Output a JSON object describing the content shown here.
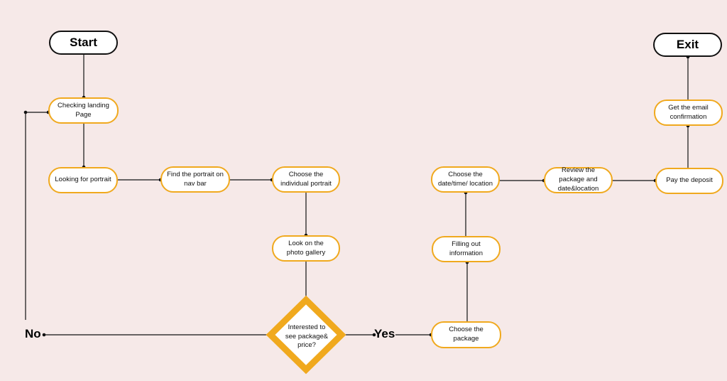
{
  "diagram": {
    "colors": {
      "background": "#f6e9e8",
      "node_border": "#f0a91e",
      "line": "#111111"
    },
    "terminals": {
      "start": "Start",
      "exit": "Exit"
    },
    "nodes": {
      "checking_landing": "Checking landing Page",
      "looking_portrait": "Looking for portrait",
      "find_portrait": "Find the portrait on nav bar",
      "choose_individual": "Choose the individual portrait",
      "photo_gallery": "Look on the photo gallery",
      "choose_package": "Choose the package",
      "filling_info": "Filling out information",
      "choose_date": "Choose the date/time/ location",
      "review_package": "Review the package and date&location",
      "pay_deposit": "Pay the deposit",
      "email_confirmation": "Get the email confirmation"
    },
    "decision": {
      "label": "Interested to see package& price?",
      "yes": "Yes",
      "no": "No"
    }
  }
}
